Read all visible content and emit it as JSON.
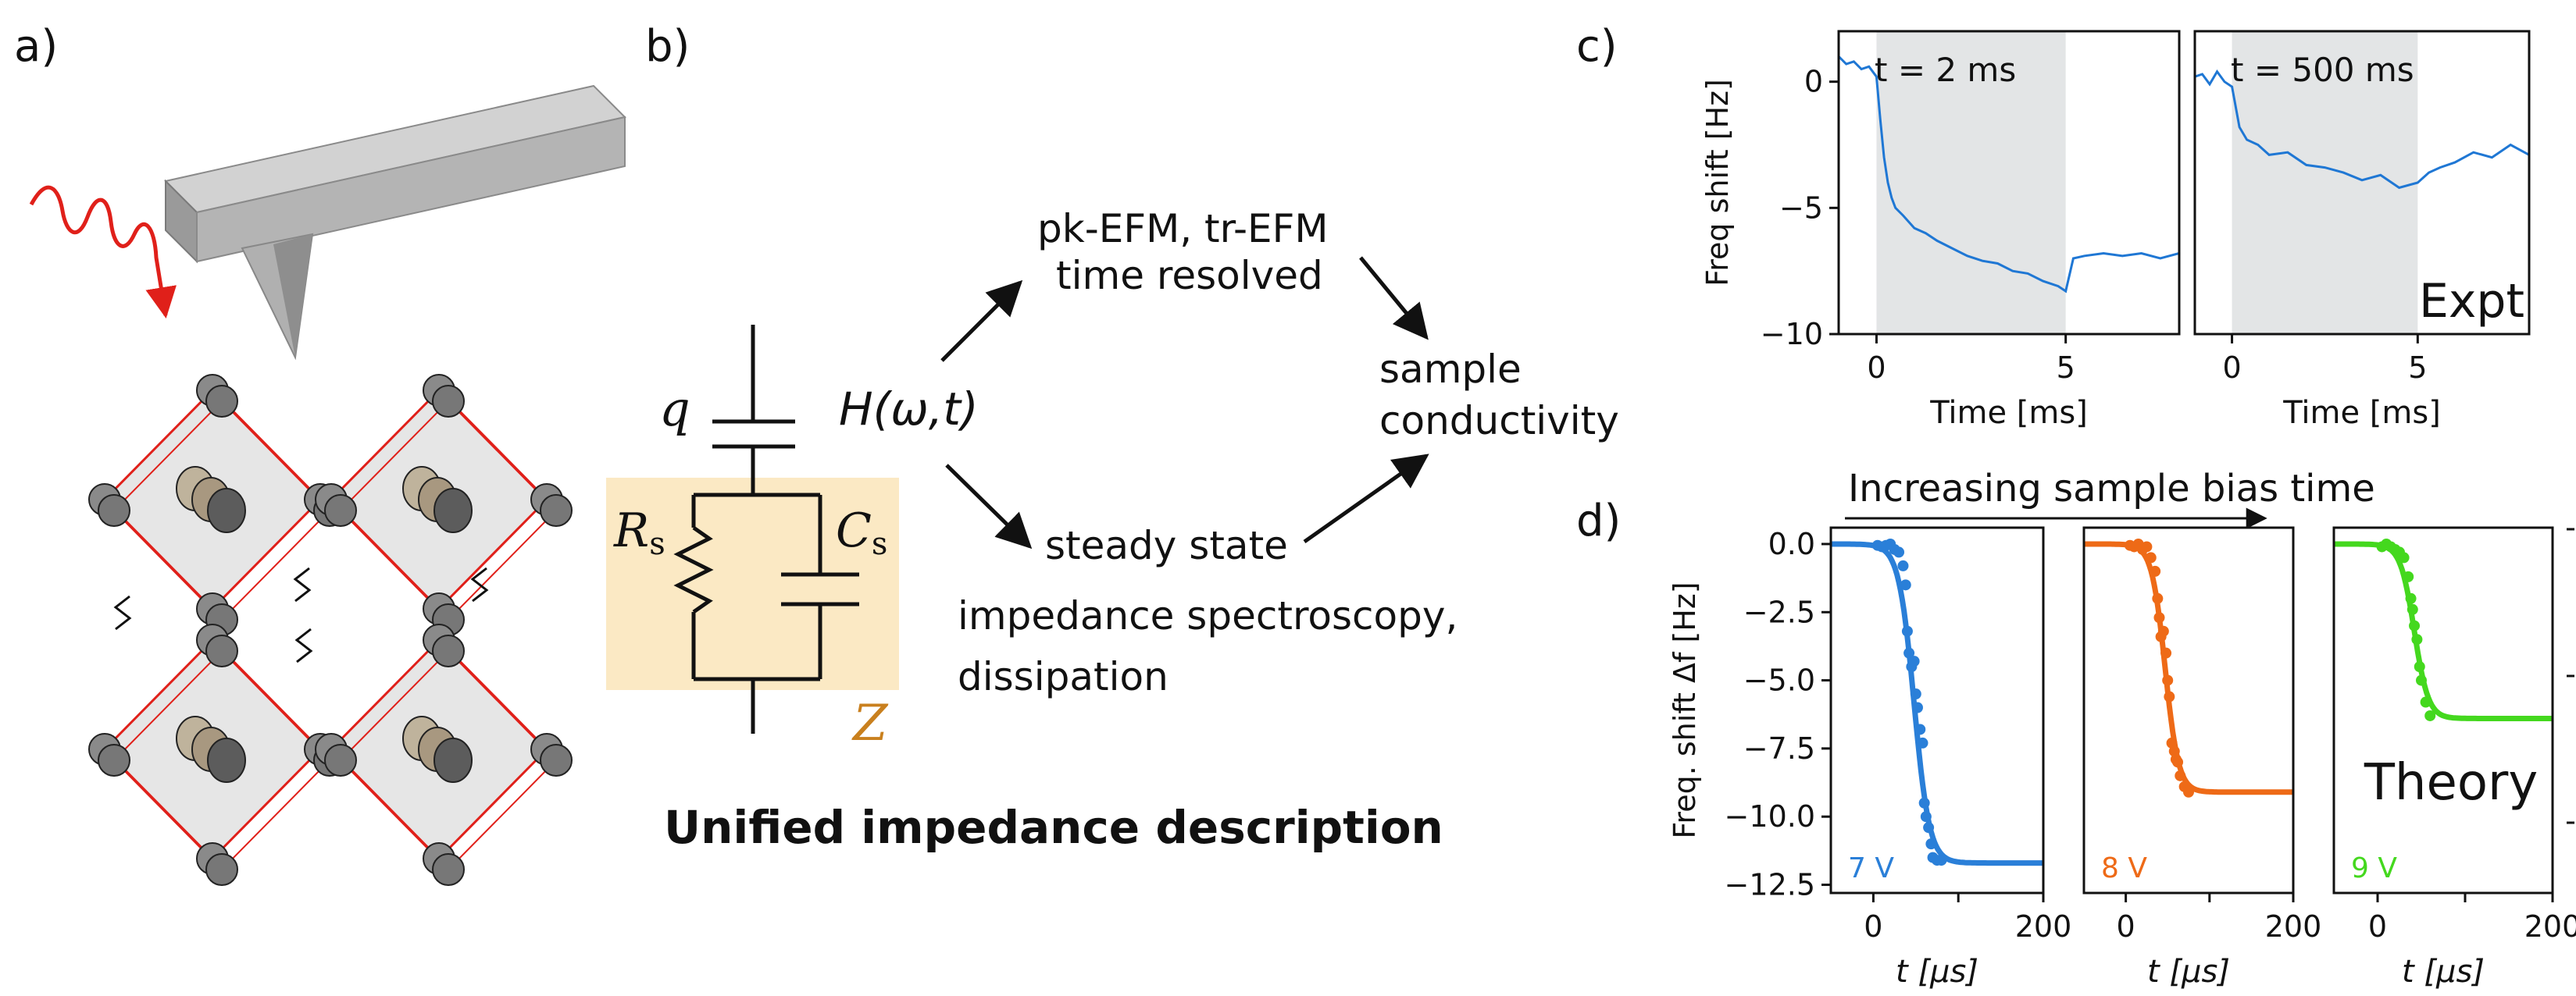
{
  "panels": {
    "a": "a)",
    "b": "b)",
    "c": "c)",
    "d": "d)"
  },
  "panel_b": {
    "title": "Unified impedance description",
    "top_path": [
      "pk-EFM, tr-EFM",
      "time resolved"
    ],
    "bottom_path": [
      "steady state",
      "impedance spectroscopy,",
      "dissipation"
    ],
    "target": [
      "sample",
      "conductivity"
    ],
    "transfer_label": "H(ω,t)",
    "circuit": {
      "q": "q",
      "rs": "R",
      "rs_sub": "s",
      "cs": "C",
      "cs_sub": "s",
      "z": "Z"
    },
    "colors": {
      "box": "#fbe9c4",
      "z": "#c9801e"
    }
  },
  "chart_data": [
    {
      "type": "line",
      "panel": "c",
      "title": "t = 2 ms",
      "xlabel": "Time [ms]",
      "ylabel": "Freq shift [Hz]",
      "xlim": [
        -1,
        8
      ],
      "ylim": [
        -10,
        2
      ],
      "xticks": [
        0,
        5
      ],
      "yticks": [
        0,
        -5,
        -10
      ],
      "shaded": [
        0,
        5
      ],
      "color": "#1f77d4",
      "x": [
        -1,
        -0.8,
        -0.6,
        -0.4,
        -0.2,
        0,
        0.1,
        0.2,
        0.3,
        0.4,
        0.5,
        0.7,
        1.0,
        1.3,
        1.6,
        2.0,
        2.4,
        2.8,
        3.2,
        3.6,
        4.0,
        4.4,
        4.8,
        5.0,
        5.2,
        5.5,
        6.0,
        6.5,
        7.0,
        7.5,
        8.0
      ],
      "y": [
        1.0,
        0.7,
        0.8,
        0.5,
        0.6,
        0.2,
        -1.5,
        -3.0,
        -4.0,
        -4.6,
        -5.0,
        -5.3,
        -5.8,
        -6.0,
        -6.3,
        -6.6,
        -6.9,
        -7.1,
        -7.2,
        -7.5,
        -7.6,
        -7.9,
        -8.1,
        -8.3,
        -7.0,
        -6.9,
        -6.8,
        -6.9,
        -6.8,
        -7.0,
        -6.8
      ]
    },
    {
      "type": "line",
      "panel": "c",
      "title": "t = 500 ms",
      "xlabel": "Time [ms]",
      "annotation": "Expt",
      "xlim": [
        -1,
        8
      ],
      "ylim": [
        -10,
        2
      ],
      "xticks": [
        0,
        5
      ],
      "shaded": [
        0,
        5
      ],
      "color": "#1f77d4",
      "x": [
        -1,
        -0.8,
        -0.6,
        -0.4,
        -0.2,
        0,
        0.2,
        0.4,
        0.7,
        1.0,
        1.5,
        2.0,
        2.5,
        3.0,
        3.5,
        4.0,
        4.5,
        5.0,
        5.3,
        5.6,
        6.0,
        6.5,
        7.0,
        7.5,
        8.0
      ],
      "y": [
        0.2,
        0.3,
        -0.1,
        0.4,
        0.0,
        -0.2,
        -1.8,
        -2.3,
        -2.5,
        -2.9,
        -2.8,
        -3.3,
        -3.4,
        -3.6,
        -3.9,
        -3.7,
        -4.2,
        -4.0,
        -3.6,
        -3.4,
        -3.2,
        -2.8,
        -3.0,
        -2.5,
        -2.9
      ]
    },
    {
      "type": "scatter",
      "panel": "d",
      "xlabel": "t [µs]",
      "ylabel": "Freq. shift Δf [Hz]",
      "annotation": "7 V",
      "xlim": [
        -50,
        200
      ],
      "ylim": [
        -12.8,
        0.6
      ],
      "xticks": [
        0,
        100,
        200
      ],
      "xticklabels": [
        "0",
        "",
        "200"
      ],
      "yticks": [
        0.0,
        -2.5,
        -5.0,
        -7.5,
        -10.0,
        -12.5
      ],
      "yticklabels": [
        "0.0",
        "−2.5",
        "−5.0",
        "−7.5",
        "−10.0",
        "−12.5"
      ],
      "color": "#2a7fd8",
      "fit": {
        "a": -11.7,
        "t0": 48,
        "w": 9
      },
      "points_x": [
        5,
        10,
        15,
        20,
        25,
        30,
        35,
        38,
        40,
        42,
        45,
        48,
        50,
        52,
        55,
        58,
        60,
        62,
        65,
        68,
        70,
        75,
        80
      ],
      "points_y": [
        -0.05,
        -0.1,
        -0.05,
        0.0,
        -0.2,
        -0.3,
        -0.8,
        -1.5,
        -3.2,
        -4.0,
        -4.5,
        -4.3,
        -5.5,
        -6.0,
        -6.8,
        -7.3,
        -9.5,
        -10.0,
        -10.4,
        -11.0,
        -11.5,
        -11.6,
        -11.6
      ]
    },
    {
      "type": "scatter",
      "panel": "d",
      "xlabel": "t [µs]",
      "annotation": "8 V",
      "xlim": [
        -50,
        200
      ],
      "ylim": [
        -12.8,
        0.6
      ],
      "xticks": [
        0,
        100,
        200
      ],
      "xticklabels": [
        "0",
        "",
        "200"
      ],
      "color": "#ee6a17",
      "fit": {
        "a": -9.1,
        "t0": 47,
        "w": 8
      },
      "points_x": [
        5,
        10,
        15,
        20,
        25,
        30,
        35,
        38,
        40,
        42,
        45,
        48,
        50,
        52,
        55,
        58,
        60,
        62,
        65,
        70,
        75
      ],
      "points_y": [
        -0.05,
        -0.1,
        0.0,
        -0.2,
        -0.1,
        -0.5,
        -1.0,
        -2.0,
        -2.7,
        -3.4,
        -3.2,
        -4.0,
        -5.0,
        -5.6,
        -7.3,
        -7.6,
        -7.9,
        -8.0,
        -8.5,
        -8.9,
        -9.1
      ]
    },
    {
      "type": "scatter",
      "panel": "d",
      "xlabel": "t [µs]",
      "annotation": "9 V",
      "label": "Theory",
      "xlim": [
        -50,
        200
      ],
      "ylim": [
        -12.8,
        0.6
      ],
      "xticks": [
        0,
        100,
        200
      ],
      "xticklabels": [
        "0",
        "",
        "200"
      ],
      "color": "#44d81e",
      "fit": {
        "a": -6.4,
        "t0": 42,
        "w": 8
      },
      "points_x": [
        5,
        10,
        15,
        20,
        25,
        30,
        35,
        38,
        40,
        42,
        45,
        48,
        50,
        55,
        60
      ],
      "points_y": [
        -0.1,
        0.0,
        -0.1,
        -0.2,
        -0.3,
        -0.5,
        -1.2,
        -2.0,
        -2.4,
        -3.0,
        -3.5,
        -4.5,
        -5.0,
        -5.8,
        -6.3
      ]
    }
  ],
  "d_header": "Increasing sample bias time"
}
